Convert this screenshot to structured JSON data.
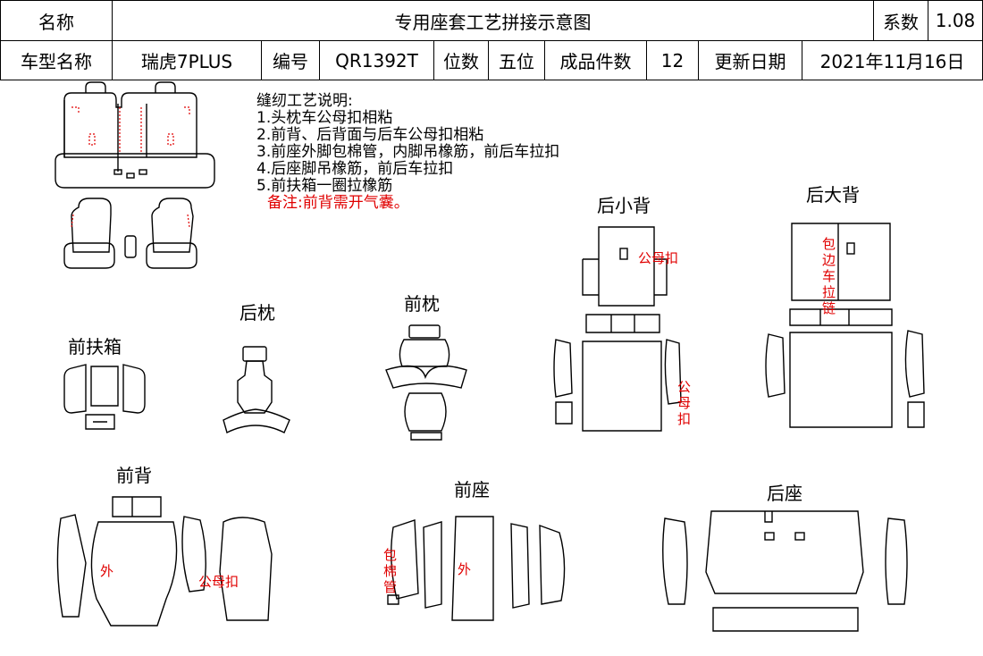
{
  "header": {
    "name_label": "名称",
    "title": "专用座套工艺拼接示意图",
    "coef_label": "系数",
    "coef_value": "1.08",
    "model_label": "车型名称",
    "model_value": "瑞虎7PLUS",
    "code_label": "编号",
    "code_value": "QR1392T",
    "seat_label": "位数",
    "seat_value": "五位",
    "pieces_label": "成品件数",
    "pieces_value": "12",
    "date_label": "更新日期",
    "date_value": "2021年11月16日"
  },
  "notes": {
    "title": "缝纫工艺说明:",
    "lines": [
      "1.头枕车公母扣相粘",
      "2.前背、后背面与后车公母扣相粘",
      "3.前座外脚包棉管，内脚吊橡筋，前后车拉扣",
      "4.后座脚吊橡筋，前后车拉扣",
      "5.前扶箱一圈拉橡筋"
    ],
    "remark": "备注:前背需开气囊。"
  },
  "labels": {
    "front_armrest": "前扶箱",
    "rear_headrest": "后枕",
    "front_headrest": "前枕",
    "rear_small_back": "后小背",
    "rear_big_back": "后大背",
    "front_back": "前背",
    "front_seat": "前座",
    "rear_seat": "后座"
  },
  "annotations": {
    "small_back_buckle": "公母扣",
    "small_back_side_buckle": "公母扣",
    "big_back_wrap": "包边车拉链",
    "front_back_outer": "外",
    "front_back_buckle": "公母扣",
    "front_seat_pipe": "包棉管",
    "front_seat_outer": "外"
  }
}
